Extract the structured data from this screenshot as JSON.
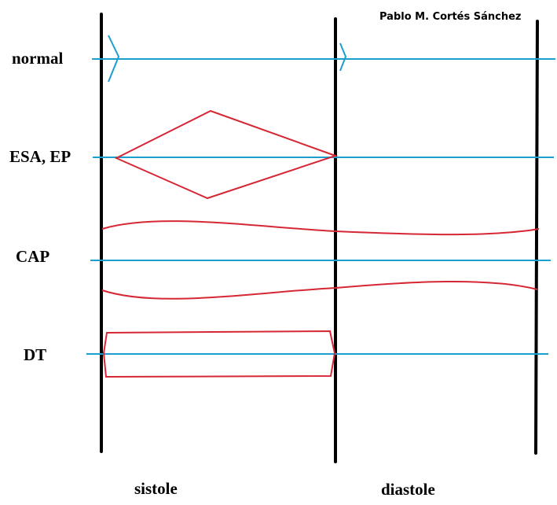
{
  "author": "Pablo M. Cortés Sánchez",
  "rows": [
    {
      "id": "normal",
      "label": "normal"
    },
    {
      "id": "esa-ep",
      "label": "ESA, EP"
    },
    {
      "id": "cap",
      "label": "CAP"
    },
    {
      "id": "dt",
      "label": "DT"
    }
  ],
  "phases": [
    {
      "id": "sistole",
      "label": "sistole"
    },
    {
      "id": "diastole",
      "label": "diastole"
    }
  ],
  "colors": {
    "baseline": "#1a9fce",
    "murmur": "#d62735",
    "marker": "#000000",
    "text": "#000000"
  }
}
